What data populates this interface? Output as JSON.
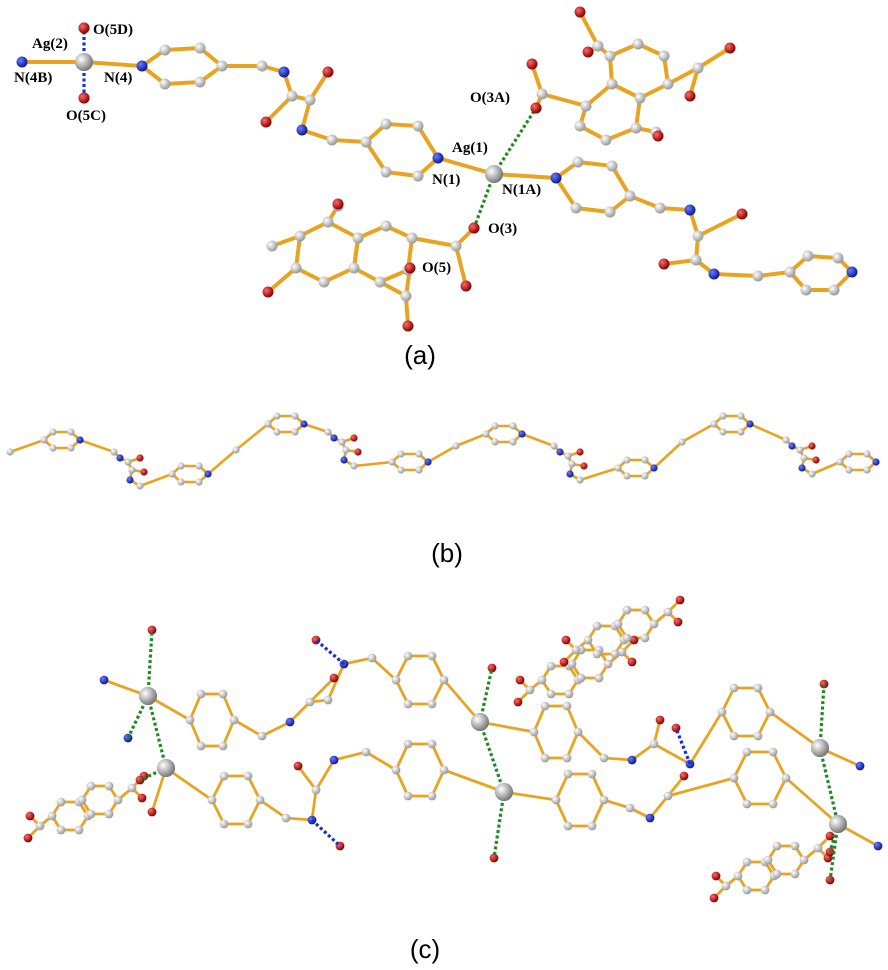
{
  "colors": {
    "bond": "#e8a421",
    "bond_dark": "#b57a10",
    "carbon": "#d6d6d6",
    "carbon_edge": "#8a8a8a",
    "nitrogen": "#1a2fd1",
    "oxygen": "#d01010",
    "silver": "#b8b8b8",
    "hbond_green": "#1f8a1f",
    "hbond_blue": "#1a2fd1"
  },
  "panels": {
    "a": {
      "label": "(a)"
    },
    "b": {
      "label": "(b)"
    },
    "c": {
      "label": "(c)"
    }
  },
  "atom_labels": {
    "ag2": "Ag(2)",
    "o5d": "O(5D)",
    "n4b": "N(4B)",
    "n4": "N(4)",
    "o5c": "O(5C)",
    "o3a": "O(3A)",
    "ag1": "Ag(1)",
    "n1": "N(1)",
    "n1a": "N(1A)",
    "o3": "O(3)",
    "o5": "O(5)"
  }
}
